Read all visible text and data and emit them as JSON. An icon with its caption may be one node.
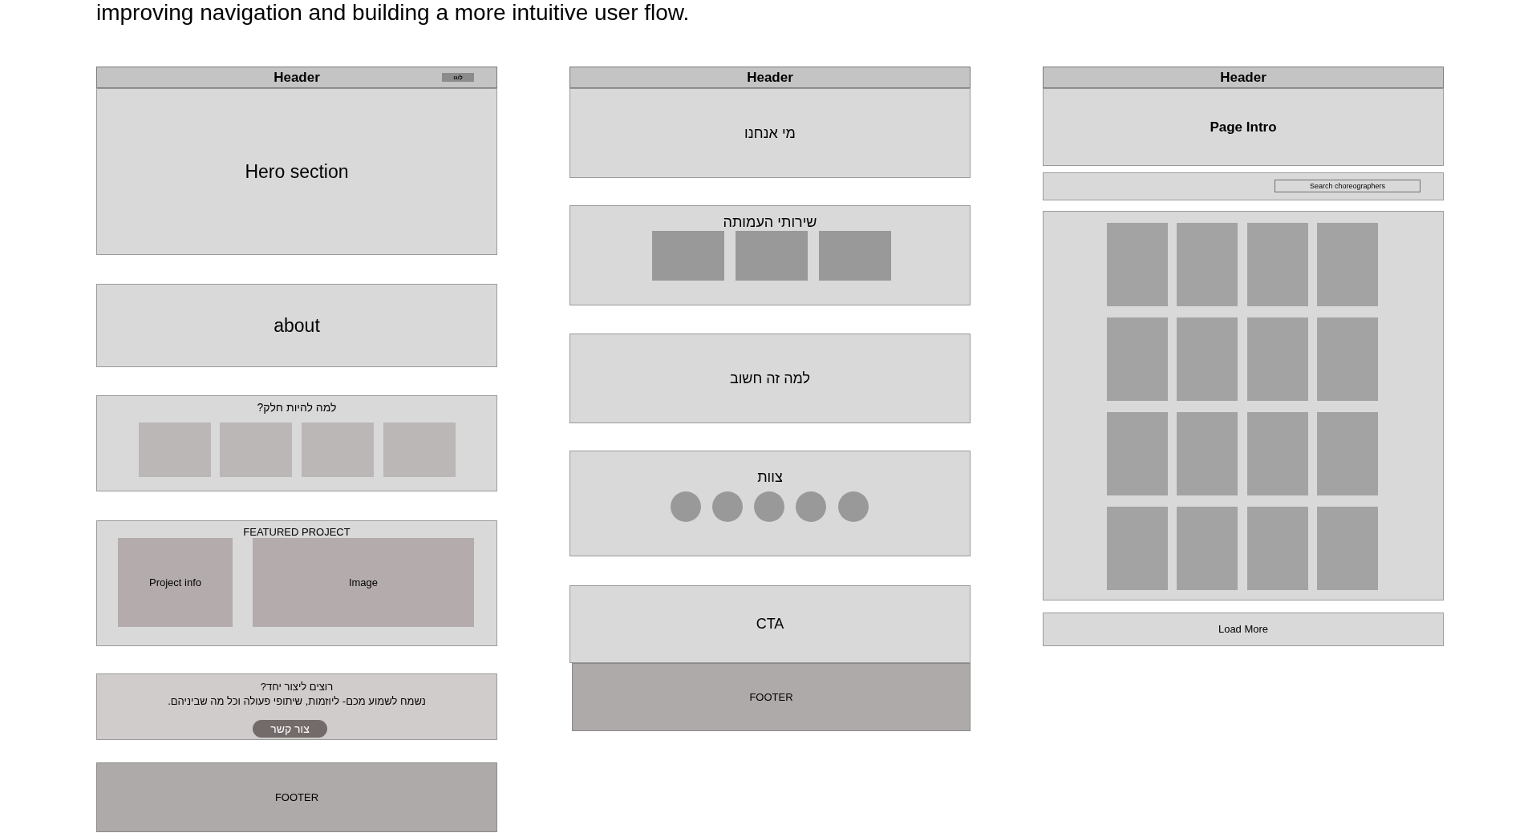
{
  "diagram": {
    "nodes": [
      {
        "text": [
          "Header"
        ]
      },
      {
        "text": [
          "לוגו"
        ],
        "in": 0
      },
      {
        "text": [
          "Hero section"
        ]
      },
      {
        "text": [
          "about"
        ]
      },
      {
        "text": [
          "למה להיות חלק?"
        ]
      },
      {
        "text": [],
        "shape": "box",
        "in": 4
      },
      {
        "text": [],
        "shape": "box",
        "in": 4
      },
      {
        "text": [],
        "shape": "box",
        "in": 4
      },
      {
        "text": [],
        "shape": "box",
        "in": 4
      },
      {
        "text": [
          "FEATURED PROJECT"
        ]
      },
      {
        "text": [
          "Project info"
        ],
        "in": 9
      },
      {
        "text": [
          "Image"
        ],
        "in": 9
      },
      {
        "text": [
          "רוצים ליצור יחד?",
          "נשמח לשמוע מכם- ליוזמות, שיתופי פעולה וכל מה שביניהם."
        ]
      },
      {
        "text": [
          "צור קשר"
        ],
        "in": 12
      },
      {
        "text": [
          "FOOTER"
        ]
      },
      {
        "text": [
          "Header"
        ]
      },
      {
        "text": [
          "מי אנחנו"
        ]
      },
      {
        "text": [
          "שירותי העמותה"
        ]
      },
      {
        "text": [],
        "shape": "box",
        "in": 17
      },
      {
        "text": [],
        "shape": "box",
        "in": 17
      },
      {
        "text": [],
        "shape": "box",
        "in": 17
      },
      {
        "text": [
          "למה זה חשוב"
        ]
      },
      {
        "text": [
          "צוות"
        ]
      },
      {
        "text": [],
        "shape": "circle",
        "in": 22
      },
      {
        "text": [],
        "shape": "circle",
        "in": 22
      },
      {
        "text": [],
        "shape": "circle",
        "in": 22
      },
      {
        "text": [],
        "shape": "circle",
        "in": 22
      },
      {
        "text": [],
        "shape": "circle",
        "in": 22
      },
      {
        "text": [
          "CTA"
        ]
      },
      {
        "text": [
          "FOOTER"
        ]
      },
      {
        "text": [
          "Header"
        ]
      },
      {
        "text": [
          "Page Intro"
        ]
      },
      {
        "text": [],
        "shape": "box"
      },
      {
        "text": [
          "Search choreographers"
        ],
        "in": 32
      },
      {
        "text": [],
        "shape": "box"
      },
      {
        "text": [],
        "shape": "box",
        "in": 34
      },
      {
        "text": [],
        "shape": "box",
        "in": 34
      },
      {
        "text": [],
        "shape": "box",
        "in": 34
      },
      {
        "text": [],
        "shape": "box",
        "in": 34
      },
      {
        "text": [],
        "shape": "box",
        "in": 34
      },
      {
        "text": [],
        "shape": "box",
        "in": 34
      },
      {
        "text": [],
        "shape": "box",
        "in": 34
      },
      {
        "text": [],
        "shape": "box",
        "in": 34
      },
      {
        "text": [],
        "shape": "box",
        "in": 34
      },
      {
        "text": [],
        "shape": "box",
        "in": 34
      },
      {
        "text": [],
        "shape": "box",
        "in": 34
      },
      {
        "text": [],
        "shape": "box",
        "in": 34
      },
      {
        "text": [],
        "shape": "box",
        "in": 34
      },
      {
        "text": [],
        "shape": "box",
        "in": 34
      },
      {
        "text": [],
        "shape": "box",
        "in": 34
      },
      {
        "text": [],
        "shape": "box",
        "in": 34
      },
      {
        "text": [
          "Load More"
        ]
      }
    ],
    "labels": [
      "improving navigation and building a more intuitive user flow."
    ]
  }
}
